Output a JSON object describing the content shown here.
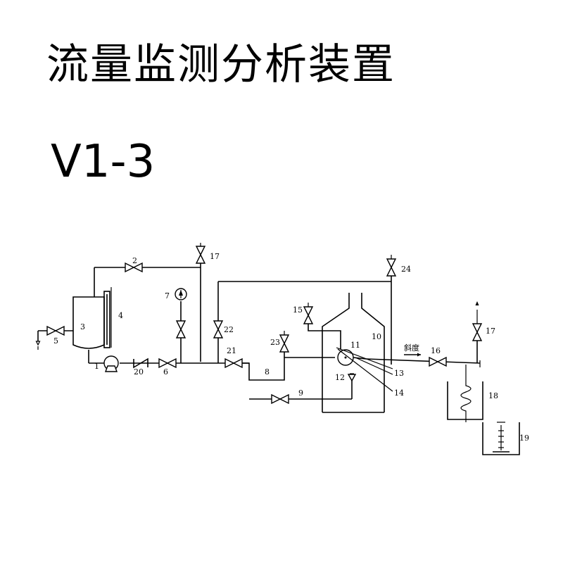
{
  "title": "流量监测分析装置",
  "version": "V1-3",
  "diagram": {
    "slope_label": "斜度",
    "labels": {
      "n1": "1",
      "n2": "2",
      "n3": "3",
      "n4": "4",
      "n5": "5",
      "n6": "6",
      "n7": "7",
      "n8": "8",
      "n9": "9",
      "n10": "10",
      "n11": "11",
      "n12": "12",
      "n13": "13",
      "n14": "14",
      "n15": "15",
      "n16": "16",
      "n17a": "17",
      "n17b": "17",
      "n18": "18",
      "n19": "19",
      "n20": "20",
      "n21": "21",
      "n22": "22",
      "n23": "23",
      "n24": "24"
    }
  }
}
